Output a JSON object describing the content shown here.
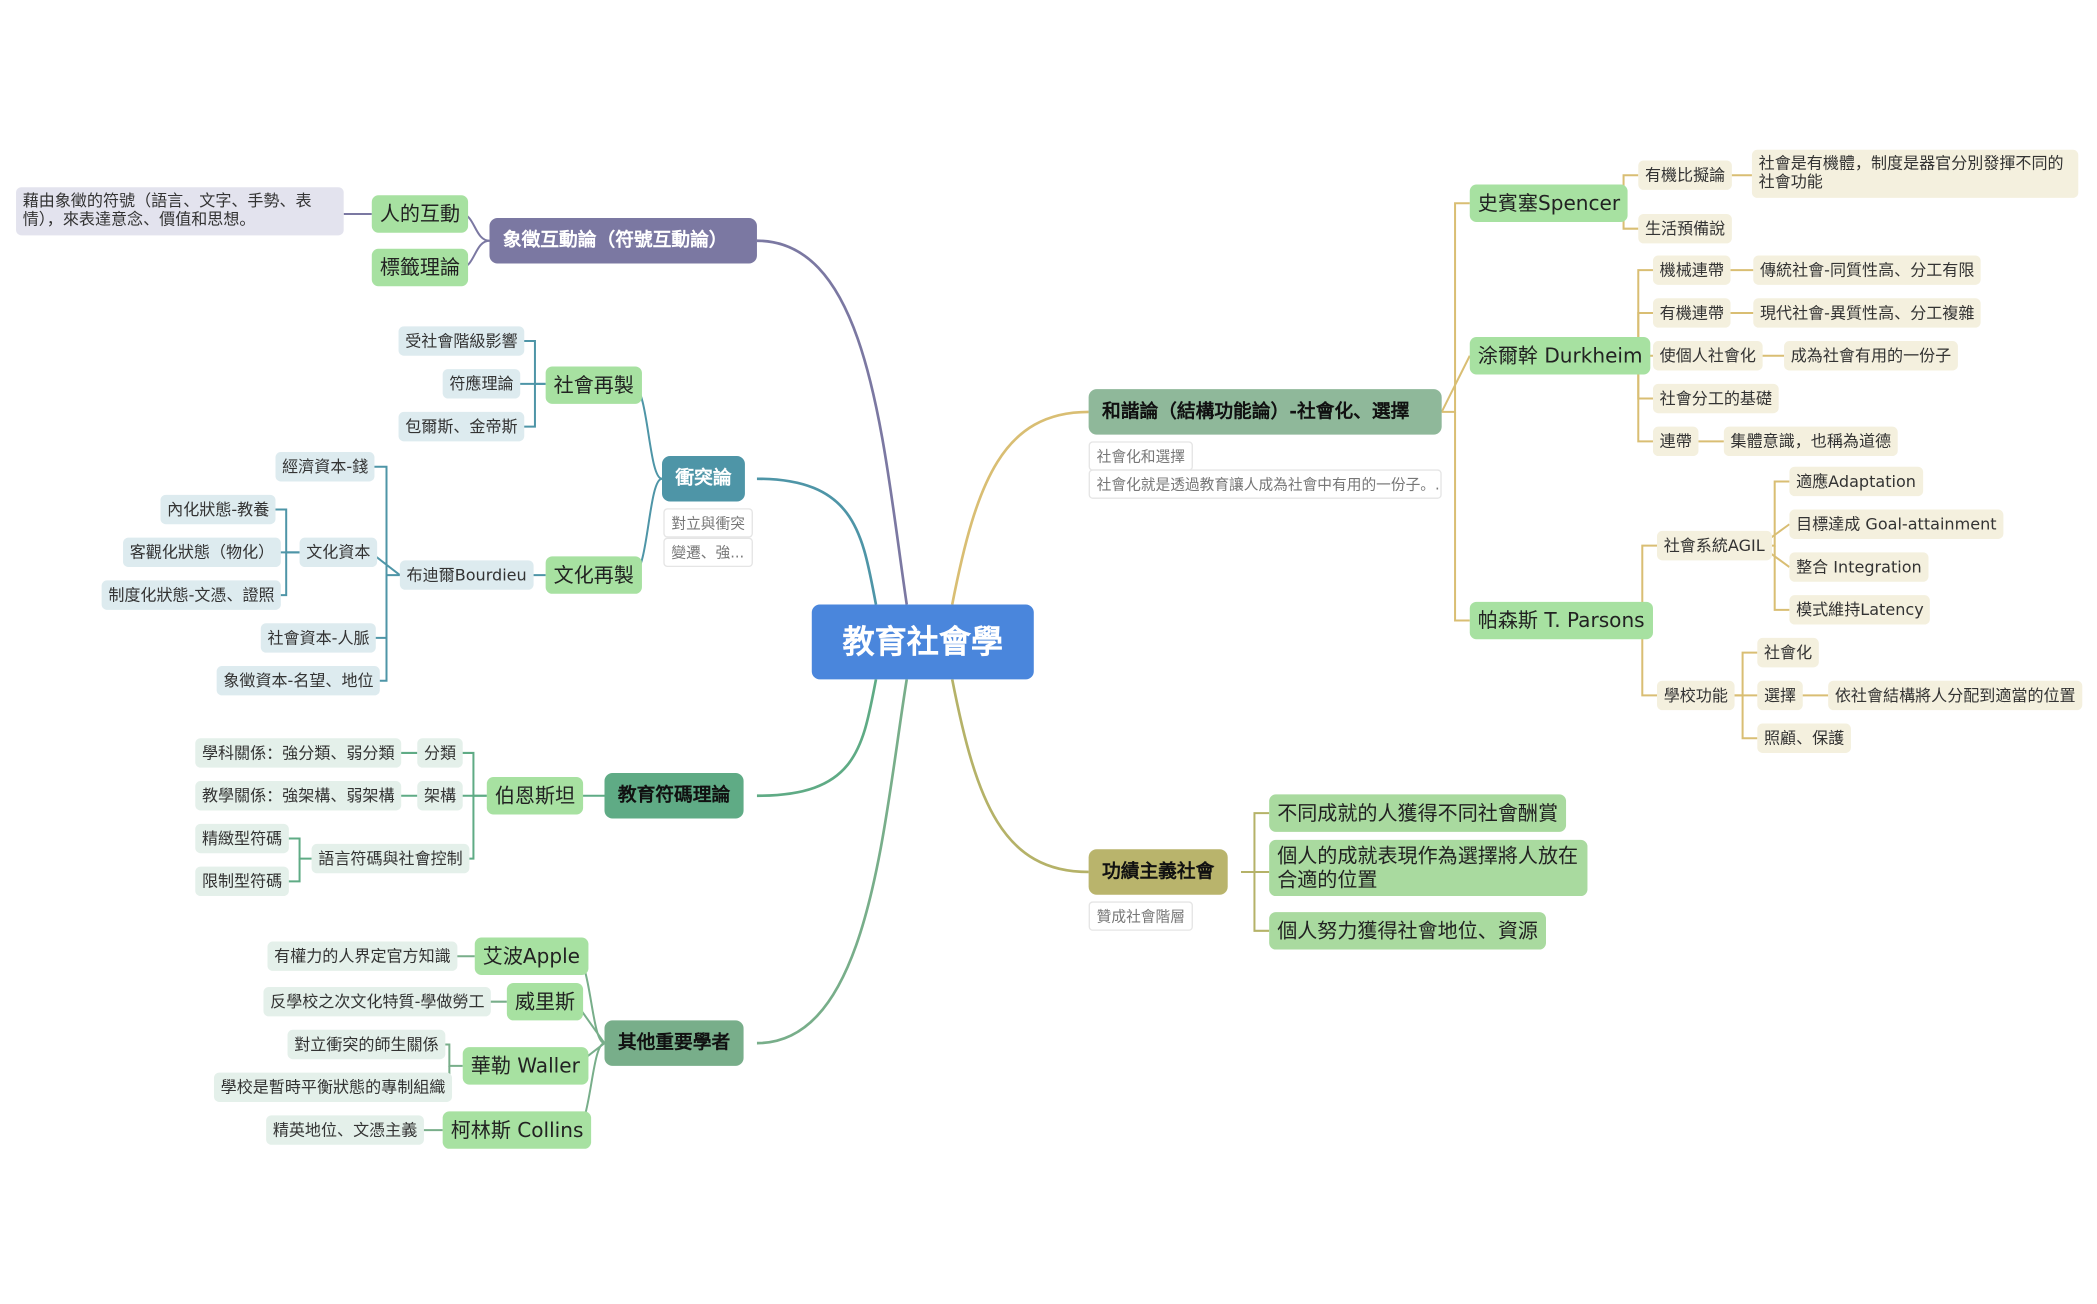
{
  "root": {
    "label": "教育社會學"
  },
  "symbolic": {
    "label": "象徵互動論（符號互動論）",
    "human_interaction": "人的互動",
    "human_interaction_desc": "藉由象徵的符號（語言、文字、手勢、表情），來表達意念、價值和思想。",
    "labeling": "標籤理論"
  },
  "conflict": {
    "label": "衝突論",
    "notes": [
      "對立與衝突",
      "變遷、強..."
    ],
    "social_reproduction": {
      "label": "社會再製",
      "items": [
        "受社會階級影響",
        "符應理論",
        "包爾斯、金帝斯"
      ]
    },
    "cultural_reproduction": {
      "label": "文化再製",
      "bourdieu": "布迪爾Bourdieu",
      "economic": "經濟資本-錢",
      "cultural_capital": "文化資本",
      "cultural_items": [
        "內化狀態-教養",
        "客觀化狀態（物化）",
        "制度化狀態-文憑、證照"
      ],
      "social": "社會資本-人脈",
      "symbolic": "象徵資本-名望、地位"
    }
  },
  "code": {
    "label": "教育符碼理論",
    "bernstein": "伯恩斯坦",
    "classification": "分類",
    "classification_desc": "學科關係：強分類、弱分類",
    "framing": "架構",
    "framing_desc": "教學關係：強架構、弱架構",
    "language": "語言符碼與社會控制",
    "elaborated": "精緻型符碼",
    "restricted": "限制型符碼"
  },
  "others": {
    "label": "其他重要學者",
    "apple": "艾波Apple",
    "apple_desc": "有權力的人界定官方知識",
    "willis": "威里斯",
    "willis_desc": "反學校之次文化特質-學做勞工",
    "waller": "華勒 Waller",
    "waller_items": [
      "對立衝突的師生關係",
      "學校是暫時平衡狀態的專制組織"
    ],
    "collins": "柯林斯 Collins",
    "collins_desc": "精英地位、文憑主義"
  },
  "harmony": {
    "label": "和諧論（結構功能論）-社會化、選擇",
    "notes": [
      "社會化和選擇",
      "社會化就是透過教育讓人成為社會中有用的一份子。..."
    ],
    "spencer": {
      "label": "史賓塞Spencer",
      "organic_analogy": "有機比擬論",
      "organic_analogy_desc": "社會是有機體，制度是器官分別發揮不同的社會功能",
      "life_prep": "生活預備說"
    },
    "durkheim": {
      "label": "涂爾幹 Durkheim",
      "mechanical": "機械連帶",
      "mechanical_desc": "傳統社會-同質性高、分工有限",
      "organic": "有機連帶",
      "organic_desc": "現代社會-異質性高、分工複雜",
      "socialize": "使個人社會化",
      "socialize_desc": "成為社會有用的一份子",
      "division": "社會分工的基礎",
      "solidarity": "連帶",
      "solidarity_desc": "集體意識，也稱為道德"
    },
    "parsons": {
      "label": "帕森斯 T. Parsons",
      "agil": "社會系統AGIL",
      "agil_items": [
        "適應Adaptation",
        "目標達成 Goal-attainment",
        "整合 Integration",
        "模式維持Latency"
      ],
      "school": "學校功能",
      "socialization": "社會化",
      "selection": "選擇",
      "selection_desc": "依社會結構將人分配到適當的位置",
      "care": "照顧、保護"
    }
  },
  "merit": {
    "label": "功績主義社會",
    "note": "贊成社會階層",
    "items": [
      "不同成就的人獲得不同社會酬賞",
      "個人的成就表現作為選擇將人放在合適的位置",
      "個人努力獲得社會地位、資源"
    ]
  },
  "colors": {
    "root": "#4A86DC",
    "symbolic": "#7B78A2",
    "conflict": "#4E95A7",
    "code": "#5FAB85",
    "others": "#78AE8A",
    "harmony": "#8FB89A",
    "merit": "#B9B46C"
  }
}
